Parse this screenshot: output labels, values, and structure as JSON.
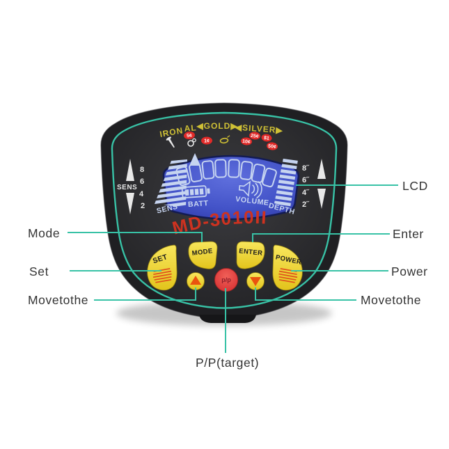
{
  "annotations": {
    "line_color": "#38c2a6",
    "lcd_label": "LCD",
    "mode_label": "Mode",
    "enter_label": "Enter",
    "set_label": "Set",
    "power_label": "Power",
    "move_left_label": "Movetothe",
    "move_right_label": "Movetothe",
    "pinpoint_label": "P/P(target)"
  },
  "device": {
    "model_text": "MD-3010II",
    "model_color": "#ce3220",
    "body_color": "#232325",
    "outline_color": "#38c2a6",
    "top_row": {
      "iron_label": "IRON",
      "al_label": "AL",
      "gold_label": "◀GOLD▶",
      "silver_label": "◀SILVER▶",
      "coins": [
        "5¢",
        "1¢",
        "10¢",
        "25¢",
        "$1",
        "50¢"
      ],
      "icons": [
        "nail-icon",
        "pull-tab-icon",
        "gold-ring-icon"
      ]
    },
    "left_scale": {
      "label": "SENS",
      "ticks": [
        "8",
        "6",
        "4",
        "2"
      ],
      "icons": [
        "triangle-up",
        "triangle-down"
      ]
    },
    "right_scale": {
      "label": "DEPTH",
      "ticks": [
        "8˝",
        "6˝",
        "4˝",
        "2˝"
      ],
      "icons": [
        "triangle-up",
        "triangle-down"
      ]
    },
    "lcd": {
      "bg_color": "#4353c8",
      "segment_count": 8,
      "battery_bars": 4,
      "bottom_labels": [
        "SENS",
        "BATT",
        "VOLUME",
        "DEPTH"
      ],
      "icons": [
        "cursor-up-triangle",
        "battery-icon",
        "speaker-icon"
      ]
    },
    "buttons": {
      "set": "SET",
      "mode": "MODE",
      "enter": "ENTER",
      "power": "POWER",
      "pinpoint": "p/p",
      "up_icon": "triangle-up",
      "down_icon": "triangle-down",
      "yellow": "#f0d73a",
      "red": "#e0453c"
    }
  }
}
